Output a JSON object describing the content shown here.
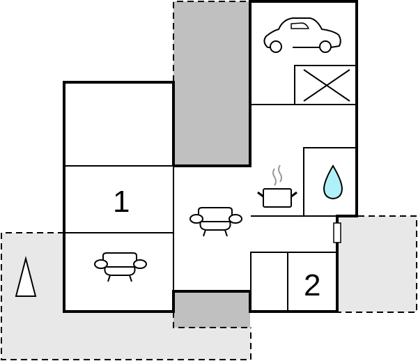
{
  "floorplan": {
    "rooms": [
      {
        "id": "bedroom-1",
        "label": "1"
      },
      {
        "id": "bedroom-2",
        "label": "2"
      }
    ],
    "icons": [
      {
        "name": "car-icon",
        "room": "garage"
      },
      {
        "name": "cross-icon",
        "room": "storage"
      },
      {
        "name": "pot-icon",
        "room": "kitchen"
      },
      {
        "name": "water-drop-icon",
        "room": "bathroom"
      },
      {
        "name": "armchair-icon",
        "room": "living-room"
      },
      {
        "name": "armchair-icon",
        "room": "living-room-left"
      },
      {
        "name": "tree-icon",
        "room": "garden"
      }
    ],
    "colors": {
      "wall": "#000000",
      "terrace": "#c0c0c0",
      "outdoor": "#e8e8e8",
      "water": "#b0f0f8"
    }
  }
}
